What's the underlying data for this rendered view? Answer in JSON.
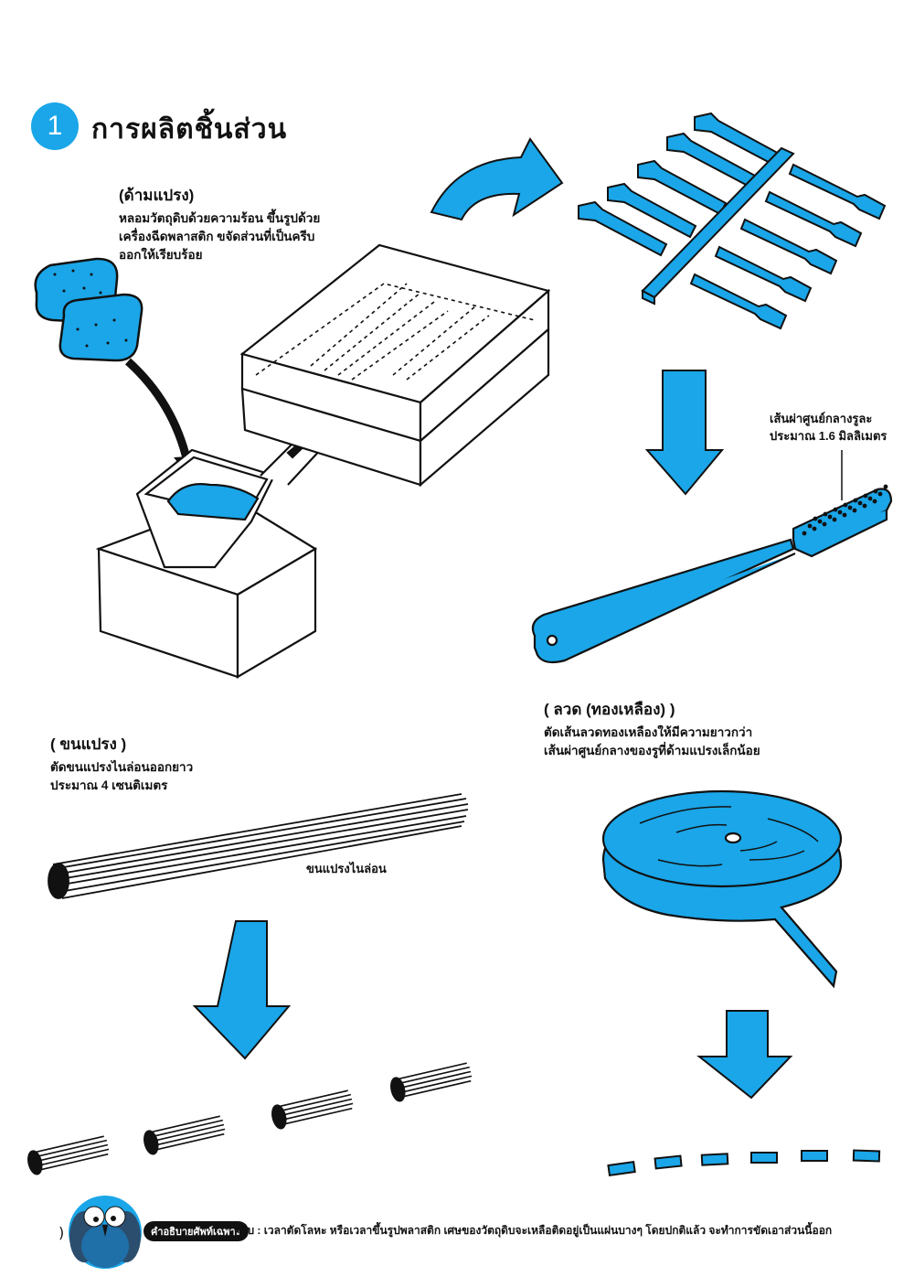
{
  "page": {
    "step_number": "1",
    "section_title": "การผลิตชิ้นส่วน",
    "accent_color": "#1aa6e8"
  },
  "handle_block": {
    "heading": "(ด้ามแปรง)",
    "lines": [
      "หลอมวัตถุดิบด้วยความร้อน  ขึ้นรูปด้วย",
      "เครื่องฉีดพลาสติก  ขจัดส่วนที่เป็นครีบ",
      "ออกให้เรียบร้อย"
    ]
  },
  "hole_callout": {
    "lines": [
      "เส้นผ่าศูนย์กลางรูละ",
      "ประมาณ 1.6 มิลลิเมตร"
    ]
  },
  "wire_block": {
    "heading": "( ลวด (ทองเหลือง) )",
    "lines": [
      "ตัดเส้นลวดทองเหลืองให้มีความยาวกว่า",
      "เส้นผ่าศูนย์กลางของรูที่ด้ามแปรงเล็กน้อย"
    ]
  },
  "bristle_block": {
    "heading": "( ขนแปรง )",
    "lines": [
      "ตัดขนแปรงไนล่อนออกยาว",
      "ประมาณ  4 เซนติเมตร"
    ]
  },
  "nylon_label": "ขนแปรงไนล่อน",
  "footer": {
    "paren": ")",
    "pill_label": "คำอธิบายศัพท์เฉพาะ",
    "definition": "ครีบ : เวลาตัดโลหะ หรือเวลาขึ้นรูปพลาสติก เศษของวัตถุดิบจะเหลือติดอยู่เป็นแผ่นบางๆ โดยปกติแล้ว จะทำการขัดเอาส่วนนี้ออก"
  },
  "icons": {
    "curved_arrow": "curved-arrow-icon",
    "down_arrow": "down-arrow-icon",
    "owl": "owl-mascot-icon"
  }
}
